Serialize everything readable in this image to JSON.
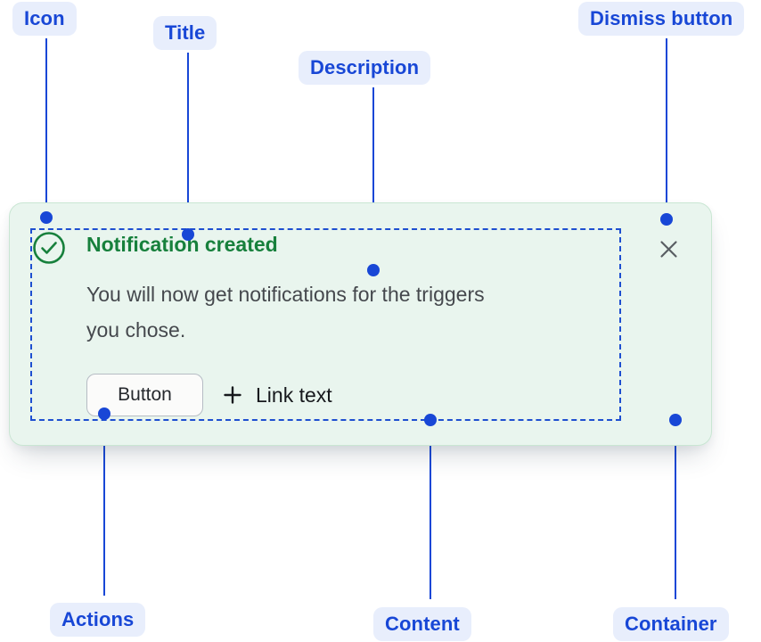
{
  "annotations": {
    "icon": {
      "label": "Icon"
    },
    "title": {
      "label": "Title"
    },
    "description": {
      "label": "Description"
    },
    "dismiss": {
      "label": "Dismiss button"
    },
    "actions": {
      "label": "Actions"
    },
    "content": {
      "label": "Content"
    },
    "container": {
      "label": "Container"
    }
  },
  "notification": {
    "title": "Notification created",
    "description_line1": "You will now get notifications for the triggers",
    "description_line2": "you chose.",
    "button_label": "Button",
    "link_label": "Link text"
  },
  "icons": {
    "status": "check-circle-icon",
    "link_prefix": "plus-icon",
    "dismiss": "close-icon"
  },
  "colors": {
    "annotation_blue": "#1847D6",
    "annotation_pill_bg": "#E8EEFC",
    "success_green": "#17803C",
    "card_bg": "#E9F5EE",
    "card_border": "#C9E6D3",
    "description_text": "#45484D",
    "dismiss_gray": "#595E63"
  }
}
